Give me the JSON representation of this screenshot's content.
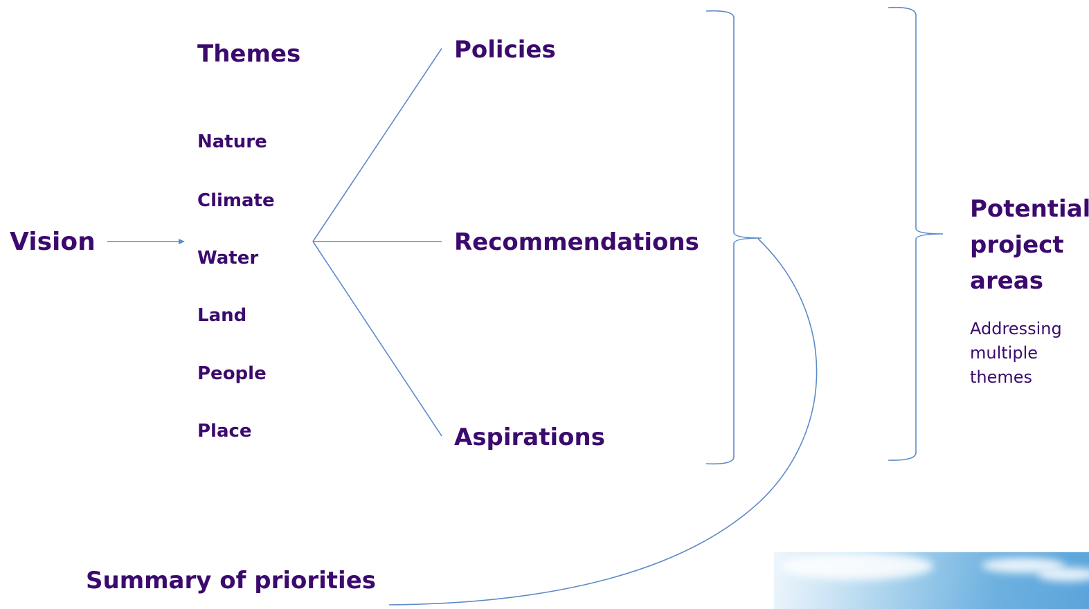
{
  "colors": {
    "text": "#3c0a6e",
    "line": "#5b8bc9"
  },
  "vision": "Vision",
  "themes": {
    "title": "Themes",
    "items": [
      "Nature",
      "Climate",
      "Water",
      "Land",
      "People",
      "Place"
    ]
  },
  "outputs": {
    "policies": "Policies",
    "recommendations": "Recommendations",
    "aspirations": "Aspirations"
  },
  "potential": {
    "title_lines": [
      "Potential",
      "project",
      "areas"
    ],
    "subtitle_lines": [
      "Addressing",
      "multiple",
      "themes"
    ]
  },
  "summary": {
    "title": "Summary of priorities"
  }
}
